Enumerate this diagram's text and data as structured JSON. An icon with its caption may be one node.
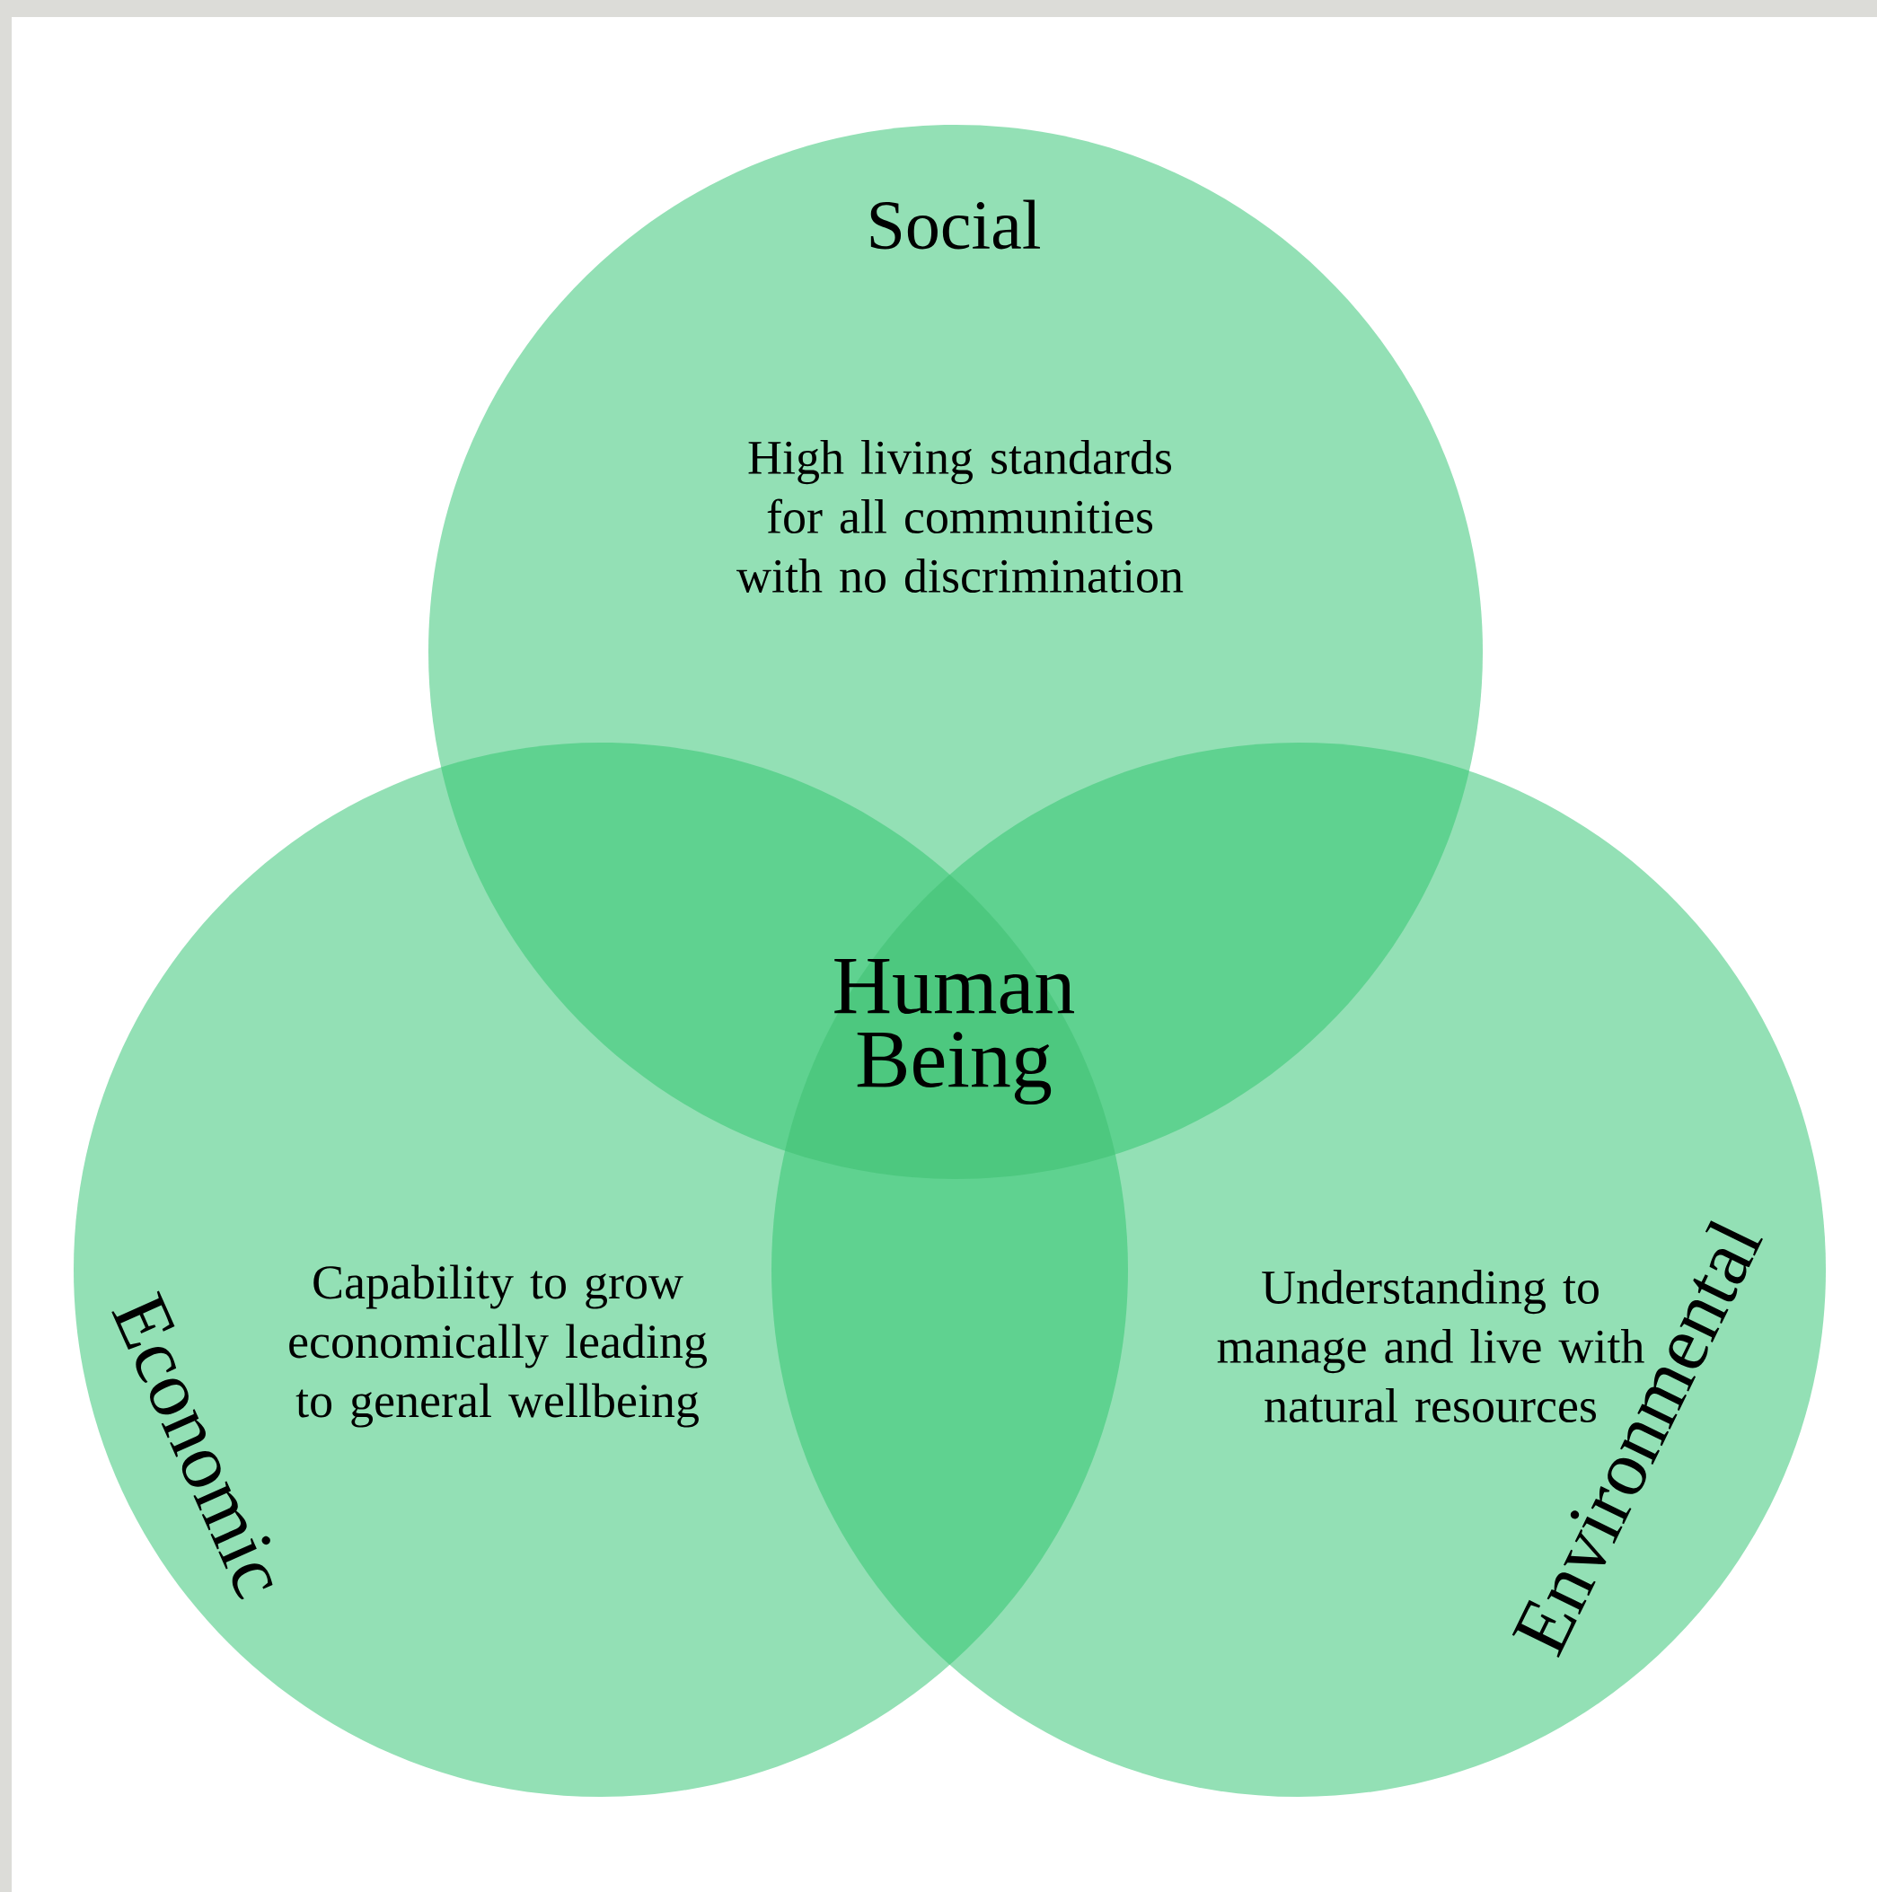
{
  "diagram": {
    "nodes": [
      {
        "text": [
          "Social",
          "High living standards for all communities with no discrimination"
        ]
      },
      {
        "text": [
          "Economic",
          "Capability to grow economically leading to general wellbeing"
        ]
      },
      {
        "text": [
          "Environmental",
          "Understanding to manage and live with natural resources"
        ]
      }
    ],
    "labels": [
      "Human Being"
    ]
  }
}
